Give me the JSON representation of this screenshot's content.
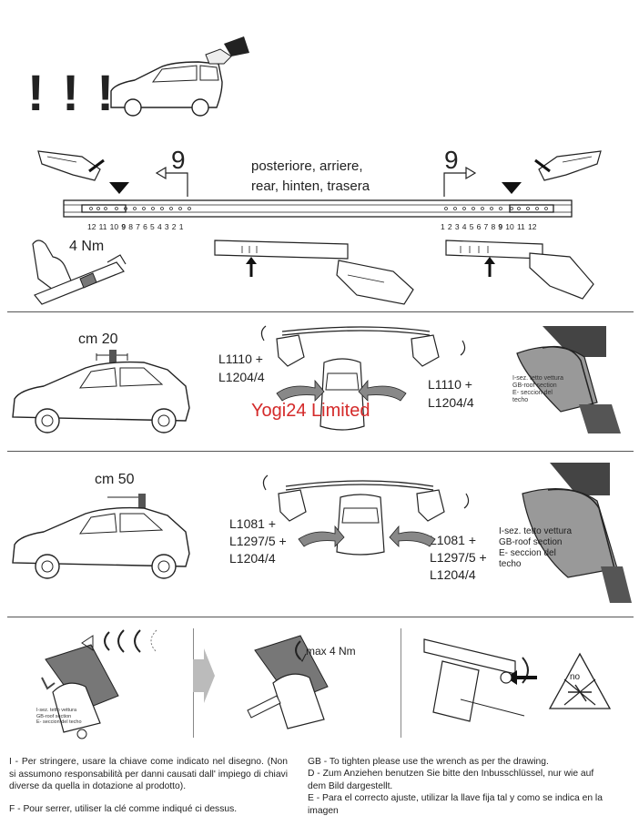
{
  "top": {
    "warning": "! ! !",
    "rear_label_1": "posteriore, arriere,",
    "rear_label_2": "rear, hinten, trasera",
    "left_position": "9",
    "right_position": "9",
    "left_scale": [
      "12",
      "11",
      "10",
      "9",
      "8",
      "7",
      "6",
      "5",
      "4",
      "3",
      "2",
      "1"
    ],
    "right_scale": [
      "1",
      "2",
      "3",
      "4",
      "5",
      "6",
      "7",
      "8",
      "9",
      "10",
      "11",
      "12"
    ],
    "torque": "4 Nm"
  },
  "section1": {
    "distance": "cm 20",
    "left_codes_1": "L1110 +",
    "left_codes_2": "L1204/4",
    "right_codes_1": "L1110 +",
    "right_codes_2": "L1204/4",
    "watermark": "Yogi24 Limited",
    "roof_section": [
      "I-sez. tetto vettura",
      "GB-roof section",
      "E- seccion del",
      "techo"
    ]
  },
  "section2": {
    "distance": "cm 50",
    "left_codes": [
      "L1081 +",
      "L1297/5 +",
      "L1204/4"
    ],
    "right_codes": [
      "L1081 +",
      "L1297/5 +",
      "L1204/4"
    ],
    "roof_section": [
      "I-sez. tetto vettura",
      "GB-roof section",
      "E- seccion del",
      "techo"
    ]
  },
  "section3": {
    "roof_section": [
      "I-sez. tetto vettura",
      "GB-roof section",
      "E- seccion del techo"
    ],
    "max_torque": "max 4 Nm",
    "no_label": "no"
  },
  "footer": {
    "italian": "I - Per stringere, usare la chiave come indicato nel disegno. (Non si assumono responsabilità per danni causati dall' impiego di chiavi diverse da quella in dotazione al prodotto).",
    "french": "F - Pour serrer, utiliser la clé comme indiqué ci dessus.",
    "english": "GB - To tighten please use the wrench as per the drawing.",
    "german": "D - Zum Anziehen benutzen Sie bitte den Inbusschlüssel, nur wie auf dem Bild dargestellt.",
    "spanish": "E - Para el correcto ajuste, utilizar la llave fija tal y como se indica en la imagen"
  },
  "colors": {
    "watermark": "#d42a2a",
    "line": "#222222",
    "fill_gray": "#8a8a8a"
  }
}
